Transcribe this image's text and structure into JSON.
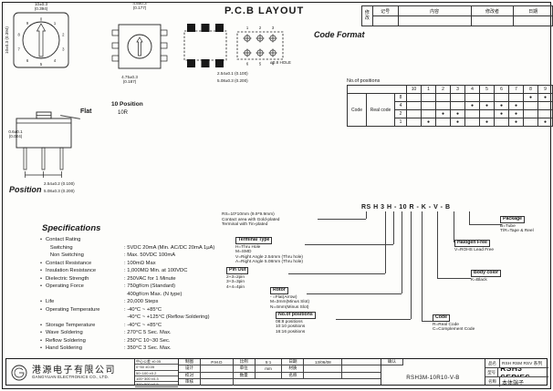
{
  "revision": {
    "modify": "修改",
    "headers": [
      "记号",
      "内容",
      "修改者",
      "日期"
    ]
  },
  "titles": {
    "pcb_layout": "P.C.B LAYOUT",
    "code_format": "Code Format",
    "flat": "Flat",
    "ten_position": "10 Position",
    "ten_r": "10R",
    "position": "Position"
  },
  "dims": {
    "front_w": "10±0.3",
    "front_w_in": "(0.394)",
    "front_h": "10±0.3 (0.394)",
    "top_w": "4.5±0.3",
    "top_w_in": "(0.177)",
    "top_w2": "4.75±0.3",
    "top_w2_in": "(0.187)",
    "pitch": "2.54±0.1 (0.100)",
    "row": "5.08±0.3 (0.200)",
    "hole": "ø0.8 HOLE",
    "flat_h": "0.6±0.1",
    "flat_h_in": "(0.024)",
    "side_pitch": "2.54±0.2 (0.100)",
    "side_row": "5.08±0.3 (0.200)"
  },
  "drawings": {
    "front_digits": [
      "0",
      "1",
      "2",
      "3",
      "4",
      "5",
      "6",
      "7",
      "8",
      "9"
    ],
    "th_top": [
      "1",
      "2",
      "3"
    ],
    "th_bottom": [
      "6",
      "5",
      "4"
    ]
  },
  "positions_table": {
    "caption": "No.of positions",
    "code": "Code",
    "real_code": "Real code",
    "columns": [
      "10",
      "1",
      "2",
      "3",
      "4",
      "5",
      "6",
      "7",
      "8",
      "9"
    ],
    "rows": [
      {
        "label": "8",
        "dots": [
          "",
          "",
          "",
          "",
          "",
          "",
          "",
          "",
          "●",
          "●"
        ]
      },
      {
        "label": "4",
        "dots": [
          "",
          "",
          "",
          "",
          "●",
          "●",
          "●",
          "●",
          "",
          ""
        ]
      },
      {
        "label": "2",
        "dots": [
          "",
          "",
          "●",
          "●",
          "",
          "",
          "●",
          "●",
          "",
          ""
        ]
      },
      {
        "label": "1",
        "dots": [
          "",
          "●",
          "",
          "●",
          "",
          "●",
          "",
          "●",
          "",
          "●"
        ]
      }
    ]
  },
  "part_number": {
    "code": "RS H 3 H - 10 R - K - V - B",
    "rs_note": [
      "RS=10*10mm (9.9*9.9mm)",
      "Contact area with Gold-plated",
      "Terminal with Tin-plated"
    ],
    "terminal_type": {
      "title": "Terminal Type",
      "lines": [
        "H=Thru Hole",
        "M=SMD",
        "V=Right Angle 2.54mm (Thru hole)",
        "A=Right Angle 5.08mm (Thru hole)"
      ]
    },
    "pin_out": {
      "title": "Pin Out",
      "lines": [
        "2+3=2pin",
        "3+3=3pin",
        "4+4=4pin"
      ]
    },
    "rotor": {
      "title": "Rotor",
      "lines": [
        "- =Flat(Arrow)",
        "M=3mm(Minus Slot)",
        "N=4mm(Minus Slot)"
      ]
    },
    "no_of_positions": {
      "title": "No.of positions",
      "lines": [
        "08:8 positions",
        "10:10 positions",
        "16:16 positions"
      ]
    },
    "package": {
      "title": "Package",
      "lines": [
        "B=Tube",
        "T/R=Tape & Reel"
      ]
    },
    "halogen": {
      "title": "Halogen Free",
      "lines": [
        "V=ROHS Lead Free"
      ]
    },
    "body_color": {
      "title": "Body color",
      "lines": [
        "K=Black"
      ]
    },
    "code_type": {
      "title": "Code",
      "lines": [
        "R=Real Code",
        "C=Complement Code"
      ]
    }
  },
  "specs": {
    "title": "Specifications",
    "items": [
      {
        "b": "•",
        "l": "Contact Rating",
        "v": ""
      },
      {
        "b": "",
        "l": "   Switching",
        "v": ": 5VDC 20mA (Min. AC/DC 20mA 1μA)"
      },
      {
        "b": "",
        "l": "   Non Switching",
        "v": ": Max. 50VDC 100mA"
      },
      {
        "b": "•",
        "l": "Contact Resistance",
        "v": ": 100mΩ Max"
      },
      {
        "b": "•",
        "l": "Insulation Resistance",
        "v": ": 1,000MΩ Min. at 100VDC"
      },
      {
        "b": "•",
        "l": "Dielectric Strength",
        "v": ": 250VAC for 1 Minute"
      },
      {
        "b": "•",
        "l": "Operating Force",
        "v": ": 750gf/cm (Standard)"
      },
      {
        "b": "",
        "l": "",
        "v": "  400gf/cm Max. (N type)"
      },
      {
        "b": "•",
        "l": "Life",
        "v": ": 20,000 Steps"
      },
      {
        "b": "•",
        "l": "Operating Temperature",
        "v": ": -40°C ~ +85°C"
      },
      {
        "b": "",
        "l": "",
        "v": "  -40°C ~ +125°C (Reflow Soldering)"
      },
      {
        "b": "•",
        "l": "Storage Temperature",
        "v": ": -40°C ~ +85°C"
      },
      {
        "b": "•",
        "l": "Wave Soldering",
        "v": ": 270°C 5 Sec. Max."
      },
      {
        "b": "•",
        "l": "Reflow Soldering",
        "v": ": 250°C 10~30 Sec."
      },
      {
        "b": "•",
        "l": "Hand Soldering",
        "v": ": 350°C 3 Sec. Max."
      }
    ]
  },
  "title_block": {
    "company_cn": "港源电子有限公司",
    "company_en": "GANGYUAN ELECTRONICS CO., LTD.",
    "tolerance_title": "中心公差 ±0.05",
    "tolerance_rows": [
      "0~50 ±0.05",
      "50~100 ±0.2",
      "100~300 ±0.3",
      "300~500 ±0.5"
    ],
    "drawn_label": "制图",
    "drawn": "P.M.D",
    "scale_label": "比例",
    "scale": "5:1",
    "date_label": "日期",
    "date": "13/06/08",
    "approve_label": "确认",
    "design_label": "设计",
    "unit_label": "单位",
    "unit": "mm",
    "material_label": "材质",
    "check_label": "校对",
    "qty_label": "数量",
    "name_label": "名称",
    "audit_label": "审核",
    "dwg_no": "RSH3M-10R10-V-B",
    "product_label": "品名",
    "product": "RSH RSM RSV 系列",
    "model_label": "型号",
    "model": "RSH3 SERIES",
    "part_name_label": "名称",
    "part_name": "本体端子"
  }
}
